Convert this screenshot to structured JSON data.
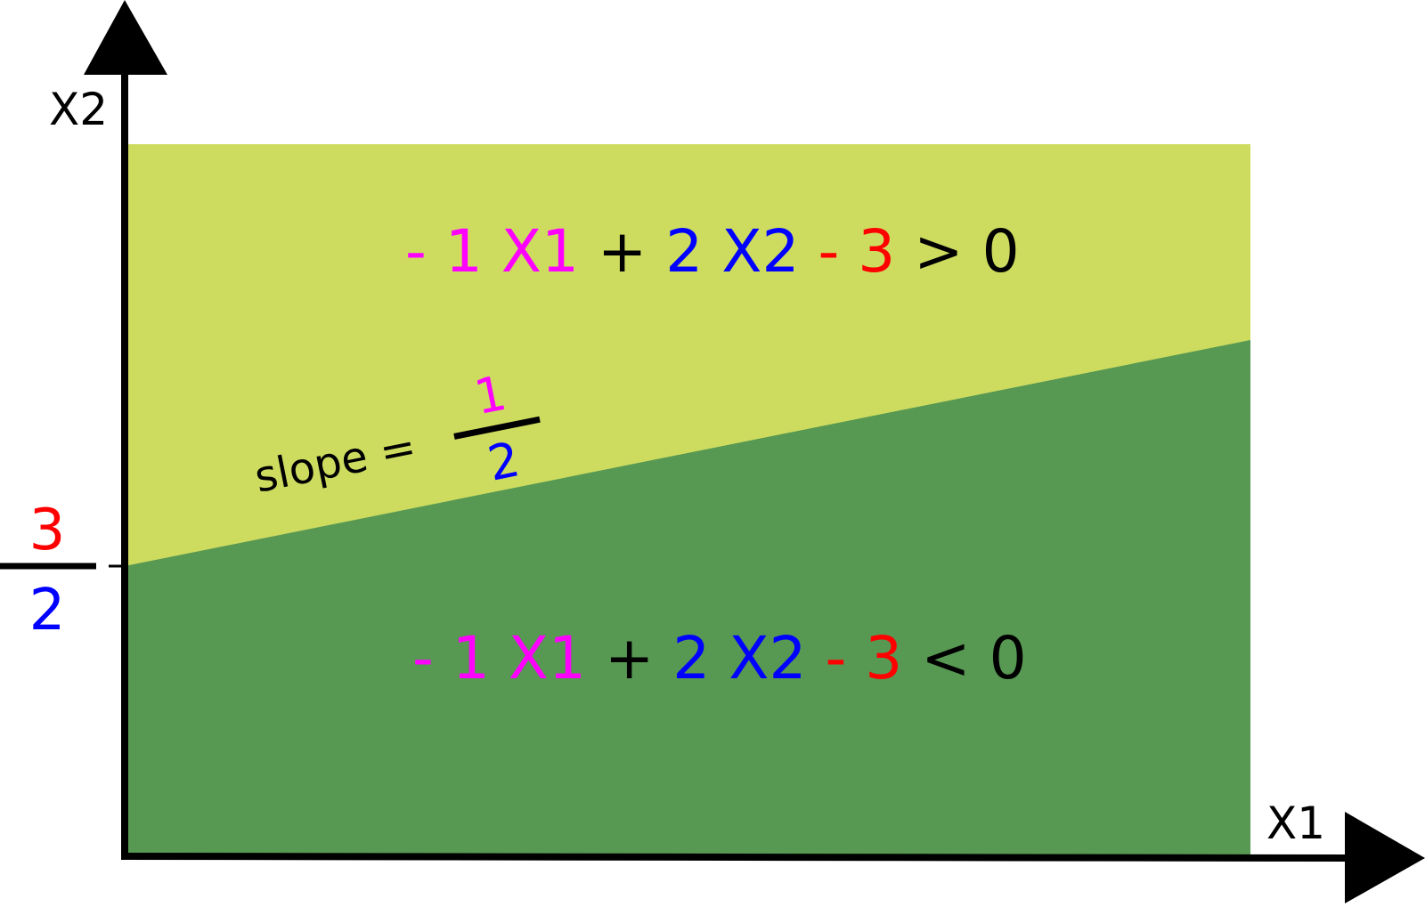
{
  "axes": {
    "x_label": "X1",
    "y_label": "X2"
  },
  "colors": {
    "upper_region": "#cddc5f",
    "lower_region": "#579853",
    "coef_x1": "#ff00ff",
    "coef_x2": "#0000ff",
    "bias": "#ff0000",
    "plain": "#000000"
  },
  "upper_inequality": {
    "x1_sign": "-",
    "x1_coef": "1",
    "x1_var": "X1",
    "plus": "+",
    "x2_coef": "2",
    "x2_var": "X2",
    "bias_sign": "-",
    "bias_value": "3",
    "relation": ">",
    "rhs": "0"
  },
  "lower_inequality": {
    "x1_sign": "-",
    "x1_coef": "1",
    "x1_var": "X1",
    "plus": "+",
    "x2_coef": "2",
    "x2_var": "X2",
    "bias_sign": "-",
    "bias_value": "3",
    "relation": "<",
    "rhs": "0"
  },
  "slope_label": {
    "text": "slope =",
    "numerator": "1",
    "denominator": "2"
  },
  "intercept_label": {
    "numerator": "3",
    "denominator": "2"
  }
}
